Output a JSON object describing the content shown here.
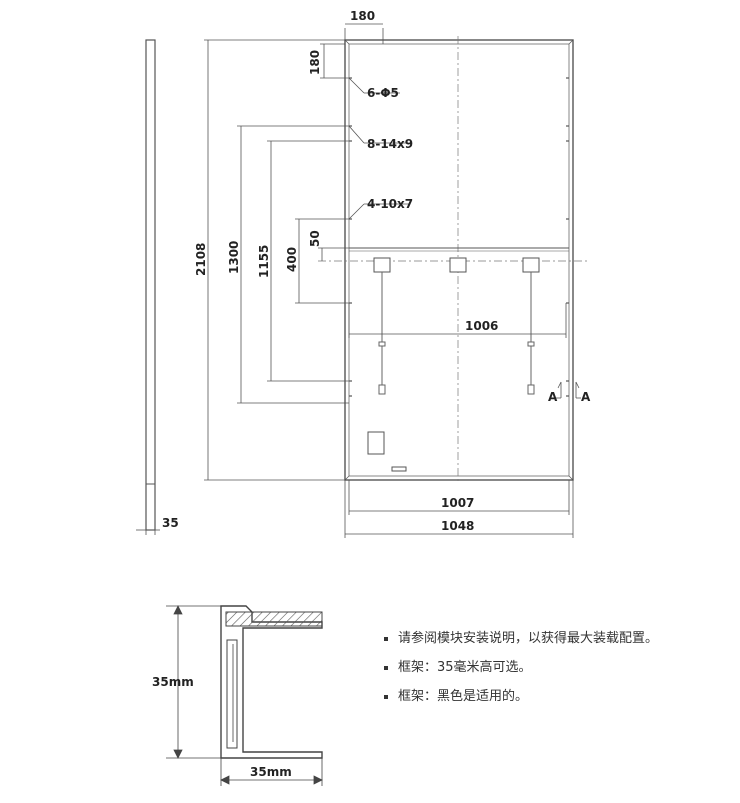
{
  "drawing": {
    "frame_depth_label": "35",
    "dims": {
      "corner_offset_x": "180",
      "corner_offset_y": "180",
      "overall_height": "2108",
      "hole_spacing_outer": "1300",
      "hole_spacing_inner": "1155",
      "hole_spacing_small": "400",
      "junction_box_offset": "50",
      "mount_hole_span": "1006",
      "inner_width": "1007",
      "overall_width": "1048"
    },
    "hole_labels": {
      "ground": "6-Φ5",
      "mount_large": "8-14x9",
      "mount_small": "4-10x7"
    },
    "section_marks": [
      "A",
      "A"
    ]
  },
  "section": {
    "height_label": "35mm",
    "width_label": "35mm"
  },
  "notes": [
    "请参阅模块安装说明，以获得最大装载配置。",
    "框架：35毫米高可选。",
    "框架：黑色是适用的。"
  ]
}
